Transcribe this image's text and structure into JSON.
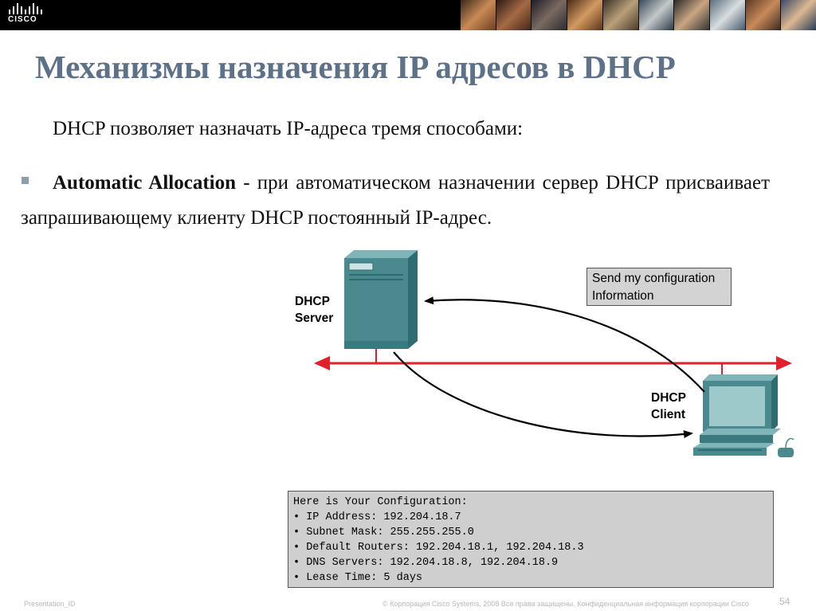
{
  "header": {
    "logo_text": "CISCO"
  },
  "slide": {
    "title": "Механизмы назначения IP адресов в DHCP",
    "intro": "DHCP позволяет назначать IP-адреса тремя способами:",
    "bullet_term": "Automatic Allocation",
    "bullet_text": " - при автоматическом назначении сервер DHCP присваивает запрашивающему клиенту DHCP постоянный IP-адрес."
  },
  "diagram": {
    "server_label_line1": "DHCP",
    "server_label_line2": "Server",
    "client_label_line1": "DHCP",
    "client_label_line2": "Client",
    "request_line1": "Send my configuration",
    "request_line2": "Information",
    "config": {
      "heading": "Here is Your Configuration:",
      "items": [
        "• IP Address: 192.204.18.7",
        "• Subnet Mask: 255.255.255.0",
        "• Default Routers: 192.204.18.1, 192.204.18.3",
        "• DNS Servers: 192.204.18.8, 192.204.18.9",
        "• Lease Time: 5 days"
      ]
    },
    "colors": {
      "network_line": "#e0202a",
      "device": "#4a8a8f",
      "device_light": "#7fb5b8",
      "title": "#5d7189"
    }
  },
  "footer": {
    "left": "Presentation_ID",
    "center": "© Корпорация Cisco Systems, 2008 Все права защищены. Конфиденциальная информация корпорации Cisco",
    "page_number": "54"
  }
}
